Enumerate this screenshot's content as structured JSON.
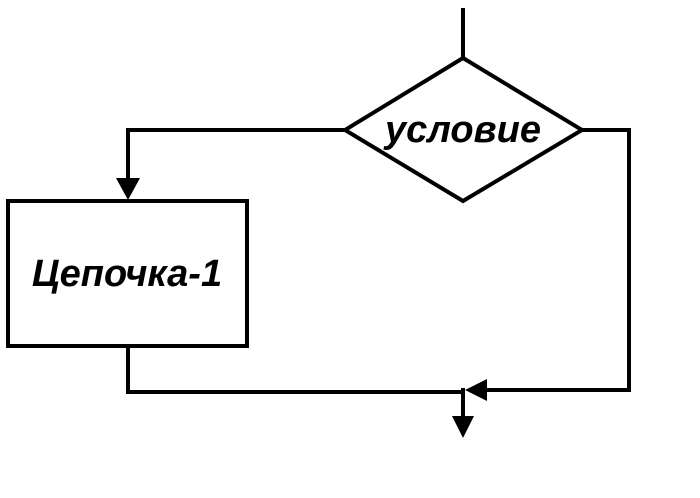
{
  "diagram": {
    "type": "flowchart-branch",
    "condition": {
      "label": "условие"
    },
    "process": {
      "label": "Цепочка-1"
    }
  }
}
